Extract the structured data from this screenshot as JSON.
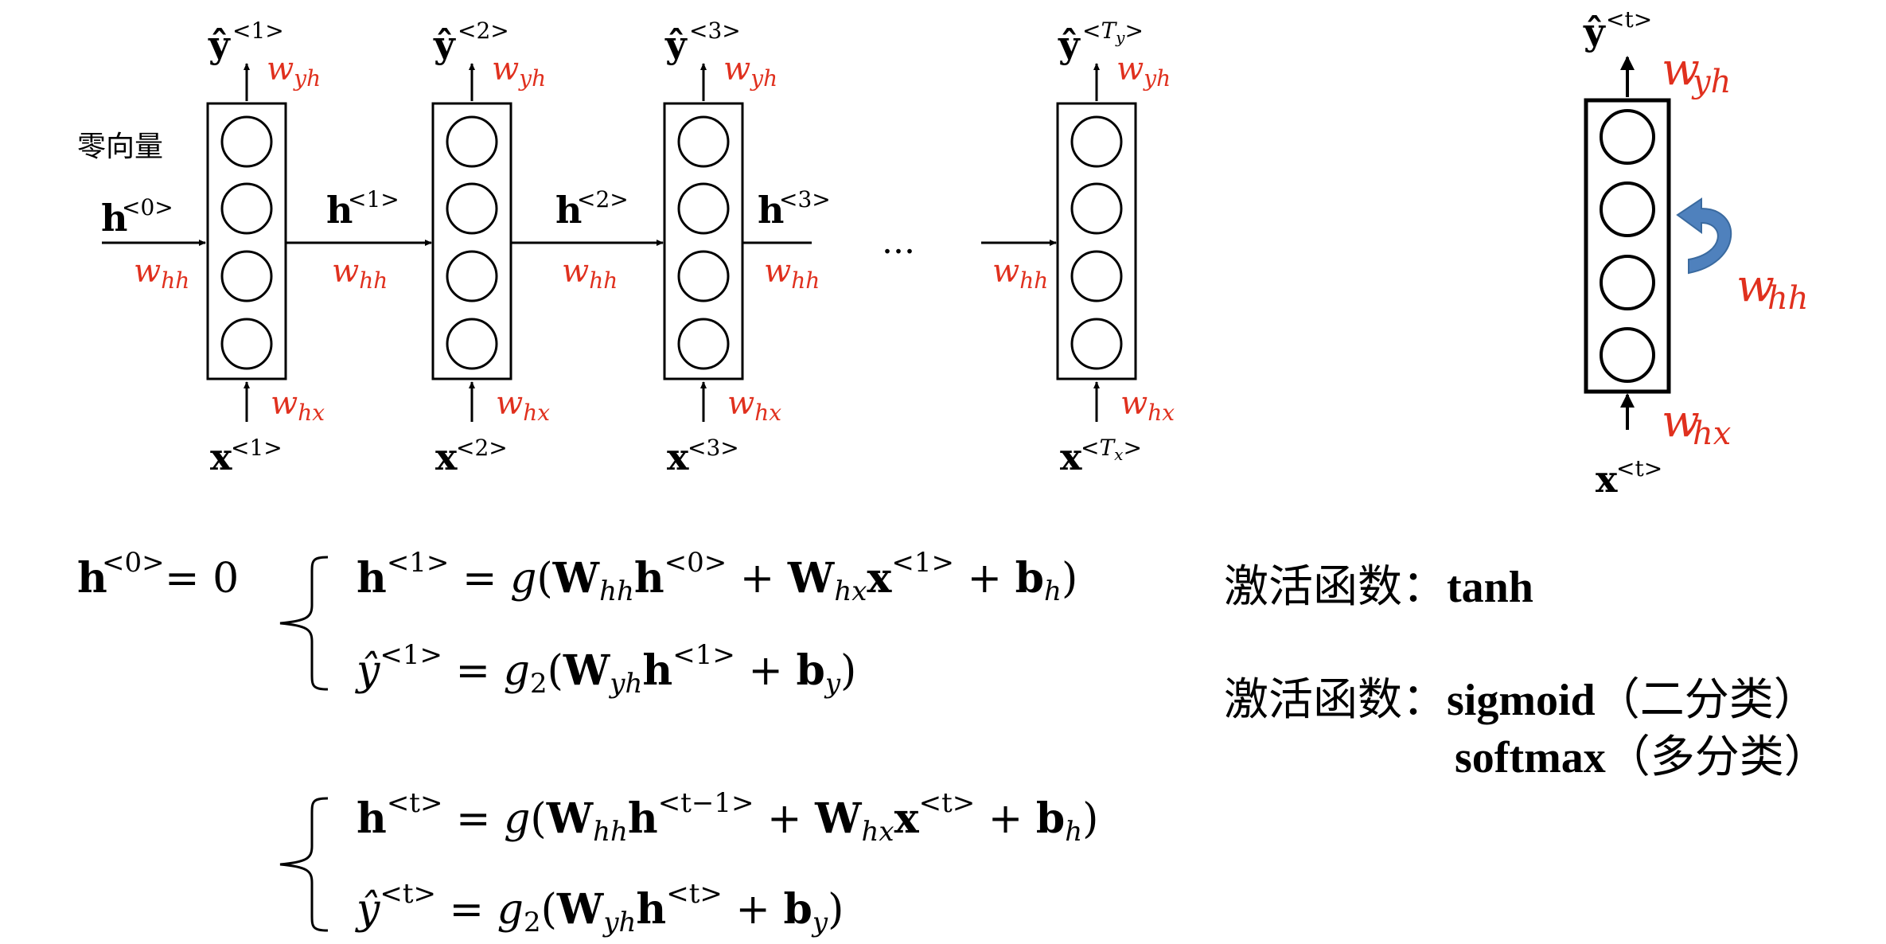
{
  "labels": {
    "zero_vector": "零向量",
    "ellipsis": "...",
    "yhat": "ŷ",
    "x": "x",
    "h": "h",
    "w": "w",
    "yh": "yh",
    "hh": "hh",
    "hx": "hx",
    "sup_0": "<0>",
    "sup_1": "<1>",
    "sup_2": "<2>",
    "sup_3": "<3>",
    "sup_t": "<t>",
    "sup_t_lt": "<",
    "sup_t_gt": ">",
    "T": "T",
    "sub_y": "y",
    "sub_x": "x"
  },
  "equations": {
    "h0": "h",
    "h0_sup": "<0>",
    "h0_rhs": " = 0",
    "eq1": "h<1> = g(Whhh<0> + Whxx<1> + bh)",
    "eq2": "ŷ<1> = g2(Wyhh<1> + by)",
    "eq3": "h<t> = g(Whhh<t−1> + Whxx<t> + bh)",
    "eq4": "ŷ<t> = g2(Wyhh<t> + by)",
    "eq1_parts": {
      "a": "h",
      "a_sup": "<1>",
      "b": " = ",
      "c": "g",
      "d": "(",
      "e": "W",
      "e_sub": "hh",
      "f": "h",
      "f_sup": "<0>",
      "g": " + ",
      "h": "W",
      "h_sub": "hx",
      "i": "x",
      "i_sup": "<1>",
      "j": " + ",
      "k": "b",
      "k_sub": "h",
      "l": ")"
    },
    "eq2_parts": {
      "a": "ŷ",
      "a_sup": "<1>",
      "b": " = ",
      "c": "g",
      "c_sub": "2",
      "d": "(",
      "e": "W",
      "e_sub": "yh",
      "f": "h",
      "f_sup": "<1>",
      "g": " + ",
      "h": "b",
      "h_sub": "y",
      "i": ")"
    },
    "eq3_parts": {
      "a": "h",
      "a_sup": "<t>",
      "b": " = ",
      "c": "g",
      "d": "(",
      "e": "W",
      "e_sub": "hh",
      "f": "h",
      "f_sup": "<t−1>",
      "g": " + ",
      "h": "W",
      "h_sub": "hx",
      "i": "x",
      "i_sup": "<t>",
      "j": " + ",
      "k": "b",
      "k_sub": "h",
      "l": ")"
    },
    "eq4_parts": {
      "a": "ŷ",
      "a_sup": "<t>",
      "b": " = ",
      "c": "g",
      "c_sub": "2",
      "d": "(",
      "e": "W",
      "e_sub": "yh",
      "f": "h",
      "f_sup": "<t>",
      "g": " + ",
      "h": "b",
      "h_sub": "y",
      "i": ")"
    }
  },
  "activation": {
    "line1_prefix": "激活函数：",
    "line1_func": "tanh",
    "line2_prefix": "激活函数：",
    "line2_func": "sigmoid",
    "line2_note": "（二分类）",
    "line3_func": "softmax",
    "line3_note": "（多分类）"
  },
  "colors": {
    "weight_label": "#e0301e",
    "recurrent_arrow": "#4f81bd",
    "ink": "#000000"
  }
}
